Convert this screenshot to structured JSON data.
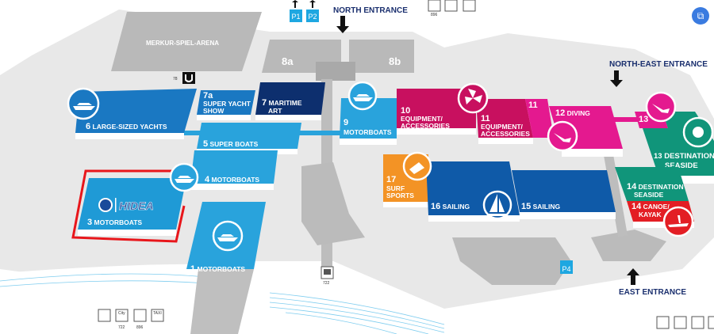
{
  "entrances": {
    "north": "NORTH ENTRANCE",
    "north_east": "NORTH-EAST ENTRANCE",
    "east": "EAST ENTRANCE"
  },
  "parking": {
    "p1": "P1",
    "p2": "P2",
    "p4": "P4"
  },
  "buildings": {
    "arena": "MERKUR-SPIEL-ARENA",
    "h8a": "8a",
    "h8b": "8b"
  },
  "halls": {
    "h6": [
      "6",
      "LARGE-SIZED YACHTS"
    ],
    "h7a": [
      "7a",
      "SUPER YACHT",
      "SHOW"
    ],
    "h7": [
      "7",
      "MARITIME",
      "ART"
    ],
    "h9": [
      "9",
      "MOTORBOATS"
    ],
    "h5": [
      "5",
      "SUPER BOATS"
    ],
    "h4": [
      "4",
      "MOTORBOATS"
    ],
    "h3": [
      "3",
      "MOTORBOATS"
    ],
    "h1": [
      "1",
      "MOTORBOATS"
    ],
    "h10": [
      "10",
      "EQUIPMENT/",
      "ACCESSORIES"
    ],
    "h11": [
      "11",
      "EQUIPMENT/",
      "ACCESSORIES"
    ],
    "h11b": "11",
    "h12": [
      "12",
      "DIVING"
    ],
    "h13a": "13",
    "h13": [
      "13",
      "DESTINATION",
      "SEASIDE"
    ],
    "h14": [
      "14",
      "DESTINATION",
      "SEASIDE"
    ],
    "h14b": [
      "14",
      "CANOE/",
      "KAYAK"
    ],
    "h17": [
      "17",
      "SURF",
      "SPORTS"
    ],
    "h16": [
      "16",
      "SAILING"
    ],
    "h15": [
      "15",
      "SAILING"
    ]
  },
  "exhibitor_logo": "HIDEA",
  "transit": {
    "u78": "78",
    "bus722": "722",
    "bus896": "896",
    "city": "City",
    "taxi": "TAXI"
  },
  "colors": {
    "light_blue": "#29a3dc",
    "mid_blue": "#1a78c2",
    "navy": "#0d2f6e",
    "sail_blue": "#0f5aa8",
    "magenta": "#c8105f",
    "pink": "#e4198f",
    "green": "#10957a",
    "red": "#e31e24",
    "orange": "#f39325",
    "highlight": "#e8161b"
  }
}
